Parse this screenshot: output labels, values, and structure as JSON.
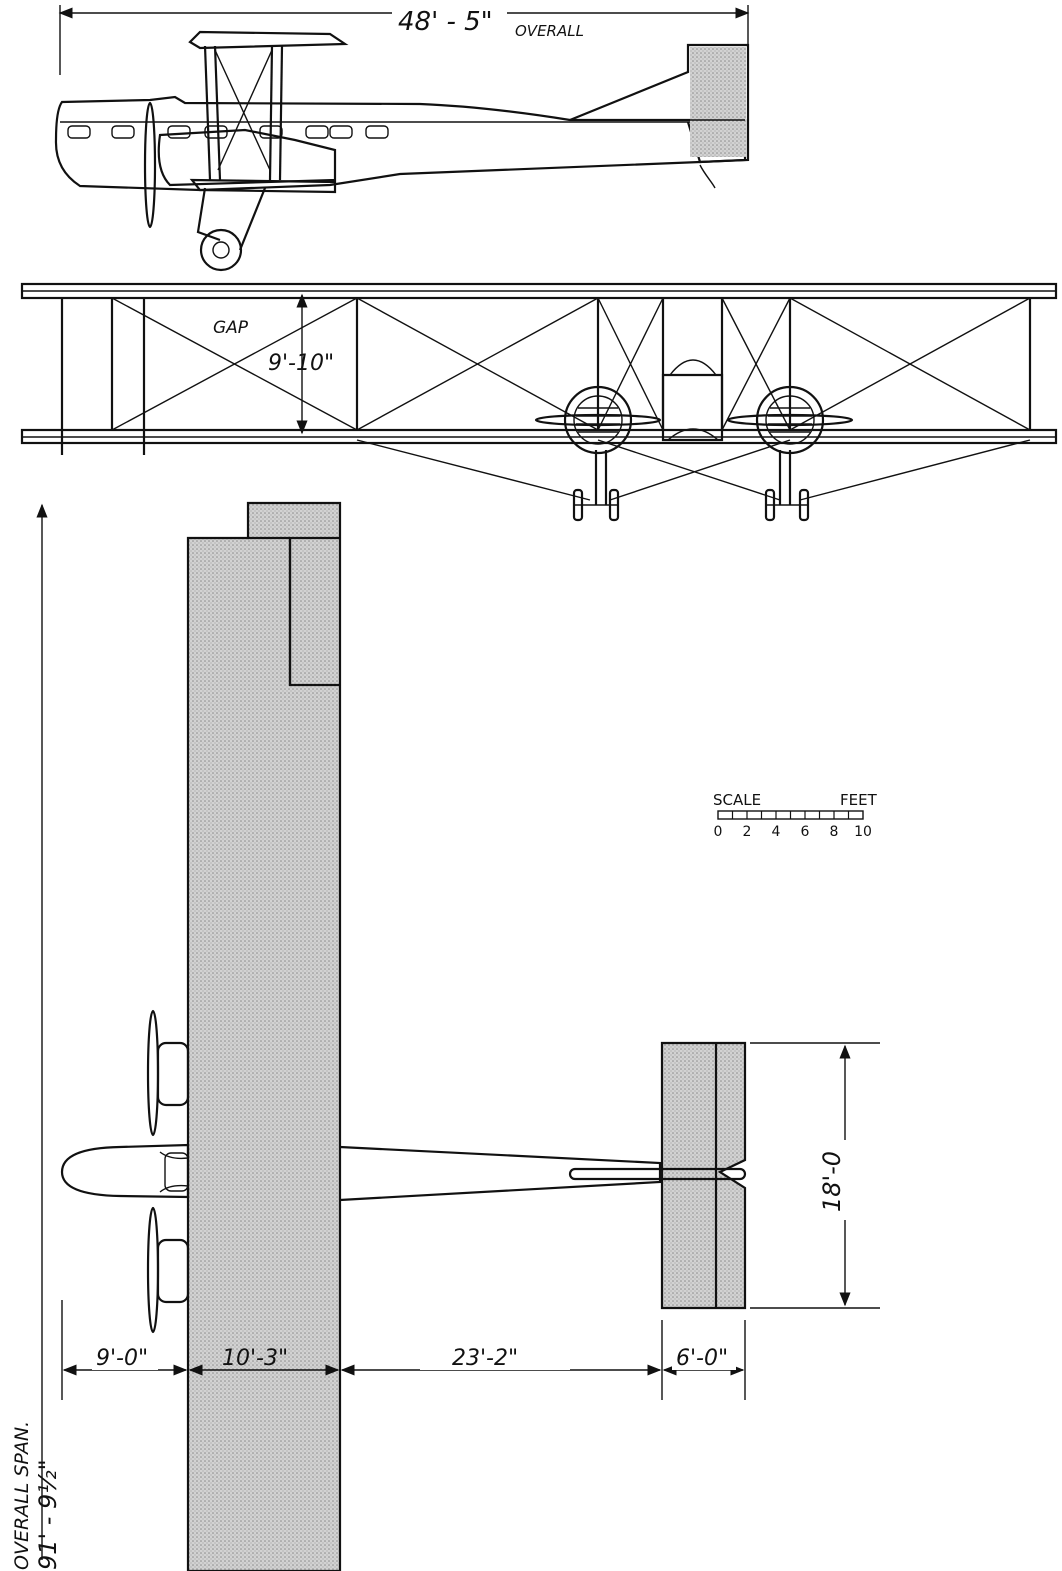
{
  "side_view": {
    "overall_length": "48' - 5\"",
    "overall_label": "OVERALL"
  },
  "front_view": {
    "gap_label": "GAP",
    "gap_value": "9'-10\""
  },
  "plan_view": {
    "overall_span_label": "OVERALL SPAN.",
    "overall_span_value": "91' - 9½\"",
    "dims": {
      "nose_to_wing": "9'-0\"",
      "wing_chord": "10'-3\"",
      "wing_to_tail": "23'-2\"",
      "tail_chord": "6'-0\"",
      "tail_span": "18'-0"
    }
  },
  "scale": {
    "title": "SCALE",
    "units": "FEET",
    "ticks": [
      "0",
      "2",
      "4",
      "6",
      "8",
      "10"
    ]
  },
  "colors": {
    "ink": "#111111",
    "shading": "#c9c9c9",
    "paper": "#ffffff"
  }
}
